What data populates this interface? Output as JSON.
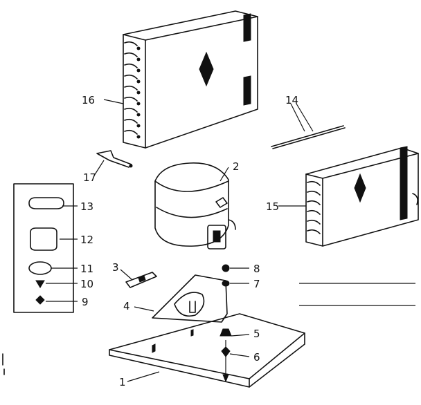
{
  "diagram": {
    "callouts": {
      "p1": "1",
      "p2": "2",
      "p3": "3",
      "p4": "4",
      "p5": "5",
      "p6": "6",
      "p7": "7",
      "p8": "8",
      "p9": "9",
      "p10": "10",
      "p11": "11",
      "p12": "12",
      "p13": "13",
      "p14": "14",
      "p15": "15",
      "p16": "16",
      "p17": "17"
    }
  }
}
